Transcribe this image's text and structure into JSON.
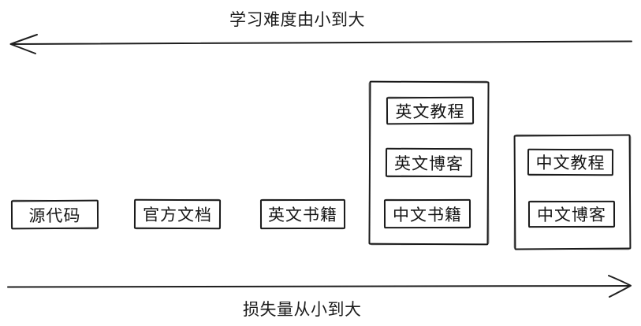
{
  "diagram": {
    "top_axis": {
      "label": "学习难度由小到大",
      "direction": "left"
    },
    "bottom_axis": {
      "label": "损失量从小到大",
      "direction": "right"
    },
    "items": [
      {
        "label": "源代码"
      },
      {
        "label": "官方文档"
      },
      {
        "label": "英文书籍"
      }
    ],
    "groups": [
      {
        "items": [
          {
            "label": "英文教程"
          },
          {
            "label": "英文博客"
          },
          {
            "label": "中文书籍"
          }
        ]
      },
      {
        "items": [
          {
            "label": "中文教程"
          },
          {
            "label": "中文博客"
          }
        ]
      }
    ],
    "colors": {
      "stroke": "#1c1c1c",
      "background": "#ffffff"
    }
  }
}
